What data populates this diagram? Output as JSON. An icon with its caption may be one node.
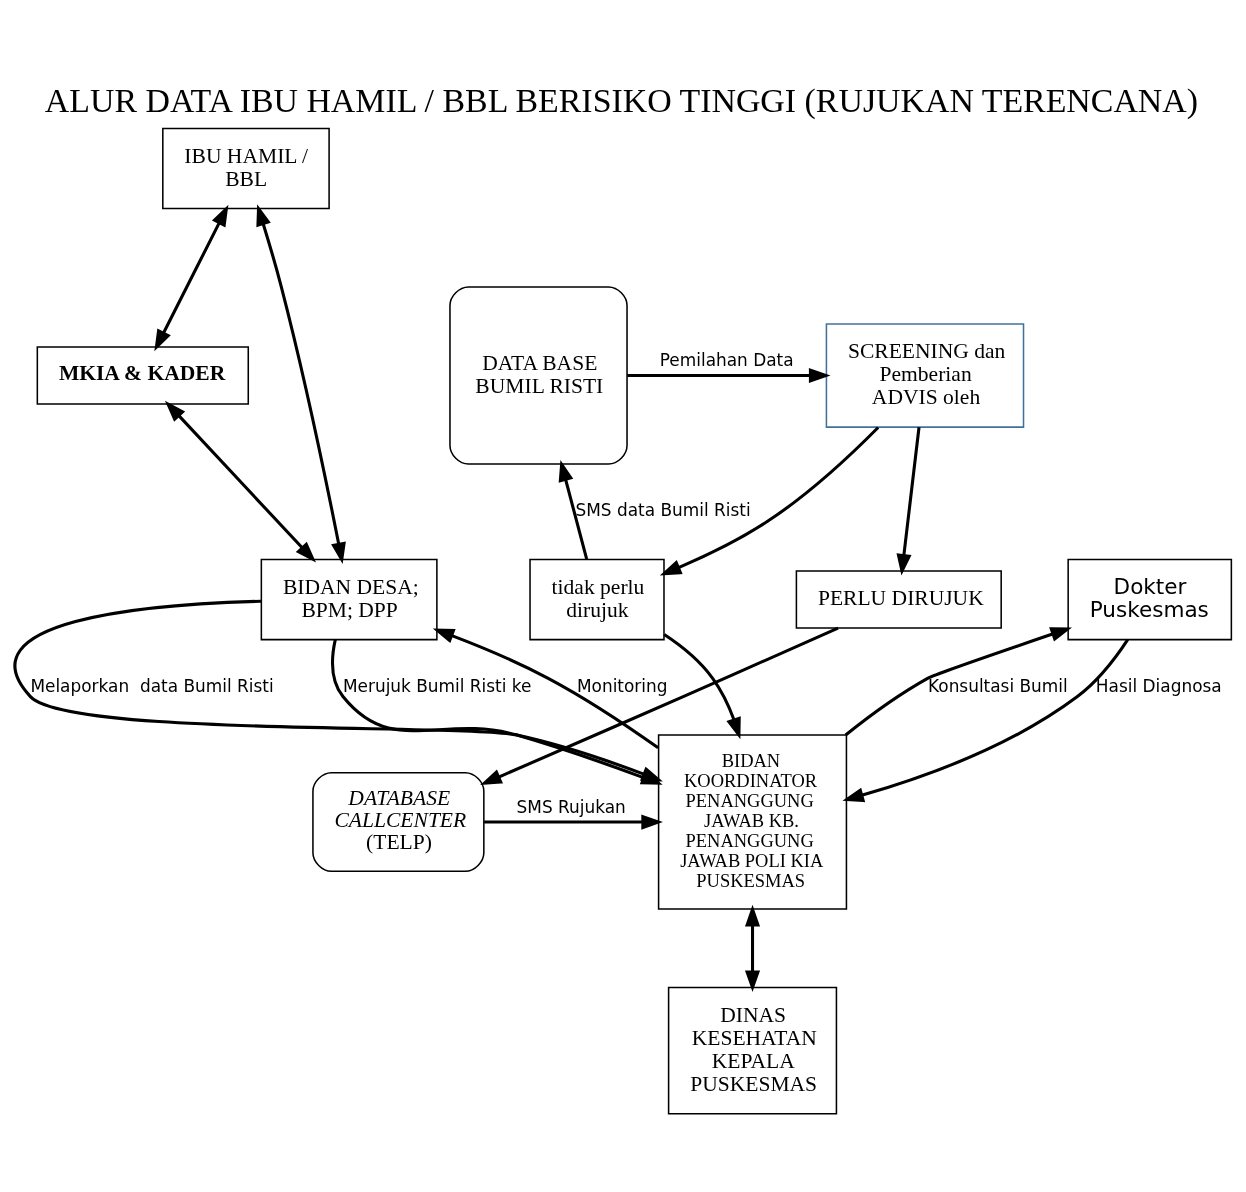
{
  "diagram": {
    "title": "ALUR DATA IBU HAMIL / BBL BERISIKO TINGGI (RUJUKAN TERENCANA)",
    "nodes": [
      {
        "text": [
          "IBU HAMIL / BBL"
        ]
      },
      {
        "text": [
          "MKIA & KADER"
        ]
      },
      {
        "text": [
          "BIDAN DESA; BPM; DPP"
        ]
      },
      {
        "text": [
          "DATA BASE BUMIL RISTI"
        ]
      },
      {
        "text": [
          "SCREENING dan Pemberian ADVIS oleh"
        ]
      },
      {
        "text": [
          "tidak perlu dirujuk"
        ]
      },
      {
        "text": [
          "PERLU DIRUJUK"
        ]
      },
      {
        "text": [
          "Dokter Puskesmas"
        ]
      },
      {
        "text": [
          "BIDAN KOORDINATOR PENANGGUNG JAWAB KB. PENANGGUNG JAWAB POLI KIA PUSKESMAS"
        ]
      },
      {
        "text": [
          "DATABASE CALLCENTER",
          "(TELP)"
        ]
      },
      {
        "text": [
          "DINAS KESEHATAN KEPALA PUSKESMAS"
        ]
      }
    ],
    "edges": [
      {
        "from": 0,
        "to": 2,
        "arrow": "both"
      },
      {
        "from": 0,
        "to": 1,
        "arrow": "both"
      },
      {
        "from": 1,
        "to": 2,
        "arrow": "both"
      },
      {
        "from": 3,
        "to": 4,
        "arrow": "to",
        "label": "Pemilahan Data"
      },
      {
        "from": 4,
        "to": 5,
        "arrow": "to"
      },
      {
        "from": 4,
        "to": 6,
        "arrow": "to"
      },
      {
        "from": 5,
        "to": 8,
        "arrow": "to"
      },
      {
        "from": 5,
        "to": 3,
        "arrow": "to",
        "label": "SMS data Bumil Risti"
      },
      {
        "from": 6,
        "to": 9,
        "arrow": "to"
      },
      {
        "from": 9,
        "to": 8,
        "arrow": "to",
        "label": "SMS Rujukan"
      },
      {
        "from": 8,
        "to": 7,
        "arrow": "to",
        "label": "Konsultasi Bumil"
      },
      {
        "from": 7,
        "to": 8,
        "arrow": "to",
        "label": "Hasil Diagnosa"
      },
      {
        "from": 2,
        "to": 8,
        "arrow": "to",
        "label": "Melaporkan  data Bumil Risti"
      },
      {
        "from": 8,
        "to": 2,
        "arrow": "to",
        "label": "Monitoring"
      },
      {
        "from": 2,
        "to": 8,
        "arrow": "to",
        "label": "Merujuk Bumil Risti ke"
      },
      {
        "from": 8,
        "to": 10,
        "arrow": "both"
      }
    ]
  }
}
